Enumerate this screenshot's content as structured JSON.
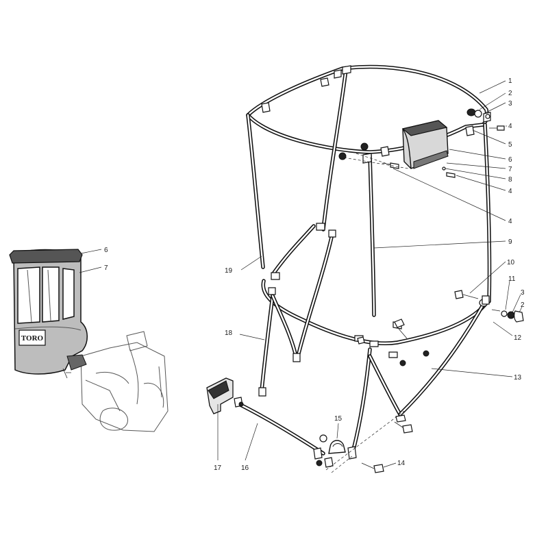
{
  "diagram": {
    "brand_logo_text": "TORO",
    "colors": {
      "ink": "#111111",
      "paper": "#ffffff",
      "cover_shade": "#9a9a9a"
    }
  },
  "main_callouts": [
    {
      "id": "c1",
      "label": "1"
    },
    {
      "id": "c2",
      "label": "2"
    },
    {
      "id": "c3",
      "label": "3"
    },
    {
      "id": "c4a",
      "label": "4"
    },
    {
      "id": "c5",
      "label": "5"
    },
    {
      "id": "c6",
      "label": "6"
    },
    {
      "id": "c7",
      "label": "7"
    },
    {
      "id": "c8",
      "label": "8"
    },
    {
      "id": "c4b",
      "label": "4"
    },
    {
      "id": "c4c",
      "label": "4"
    },
    {
      "id": "c9",
      "label": "9"
    },
    {
      "id": "c10",
      "label": "10"
    },
    {
      "id": "c11",
      "label": "11"
    },
    {
      "id": "c3b",
      "label": "3"
    },
    {
      "id": "c2b",
      "label": "2"
    },
    {
      "id": "c12",
      "label": "12"
    },
    {
      "id": "c13",
      "label": "13"
    },
    {
      "id": "c14",
      "label": "14"
    },
    {
      "id": "c15",
      "label": "15"
    },
    {
      "id": "c16",
      "label": "16"
    },
    {
      "id": "c17",
      "label": "17"
    },
    {
      "id": "c18",
      "label": "18"
    },
    {
      "id": "c19",
      "label": "19"
    }
  ],
  "inset_callouts": [
    {
      "id": "i6",
      "label": "6"
    },
    {
      "id": "i7",
      "label": "7"
    }
  ]
}
